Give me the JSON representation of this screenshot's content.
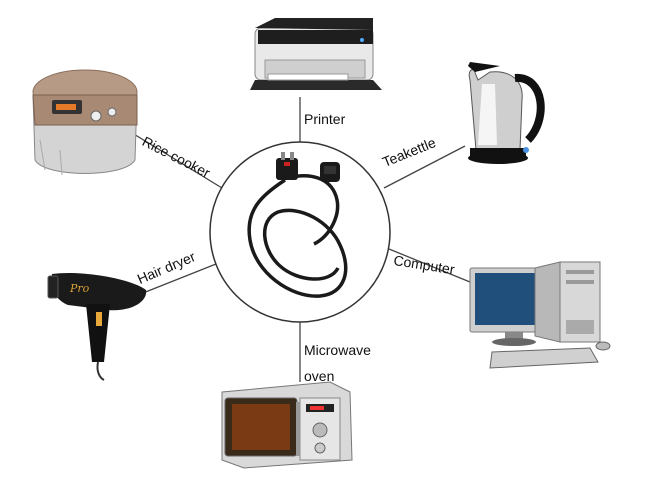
{
  "nodes": {
    "printer": "Printer",
    "teakettle": "Teakettle",
    "computer": "Computer",
    "rice_cooker": "Rice cooker",
    "hair_dryer": "Hair dryer",
    "microwave_line1": "Microwave",
    "microwave_line2": "oven"
  },
  "center": {
    "item": "power-cord"
  },
  "colors": {
    "line": "#444444",
    "circle": "#333333",
    "cable": "#1a1a1a"
  },
  "icons": [
    "printer-icon",
    "teakettle-icon",
    "computer-icon",
    "rice-cooker-icon",
    "hair-dryer-icon",
    "microwave-icon",
    "power-cord-icon"
  ]
}
